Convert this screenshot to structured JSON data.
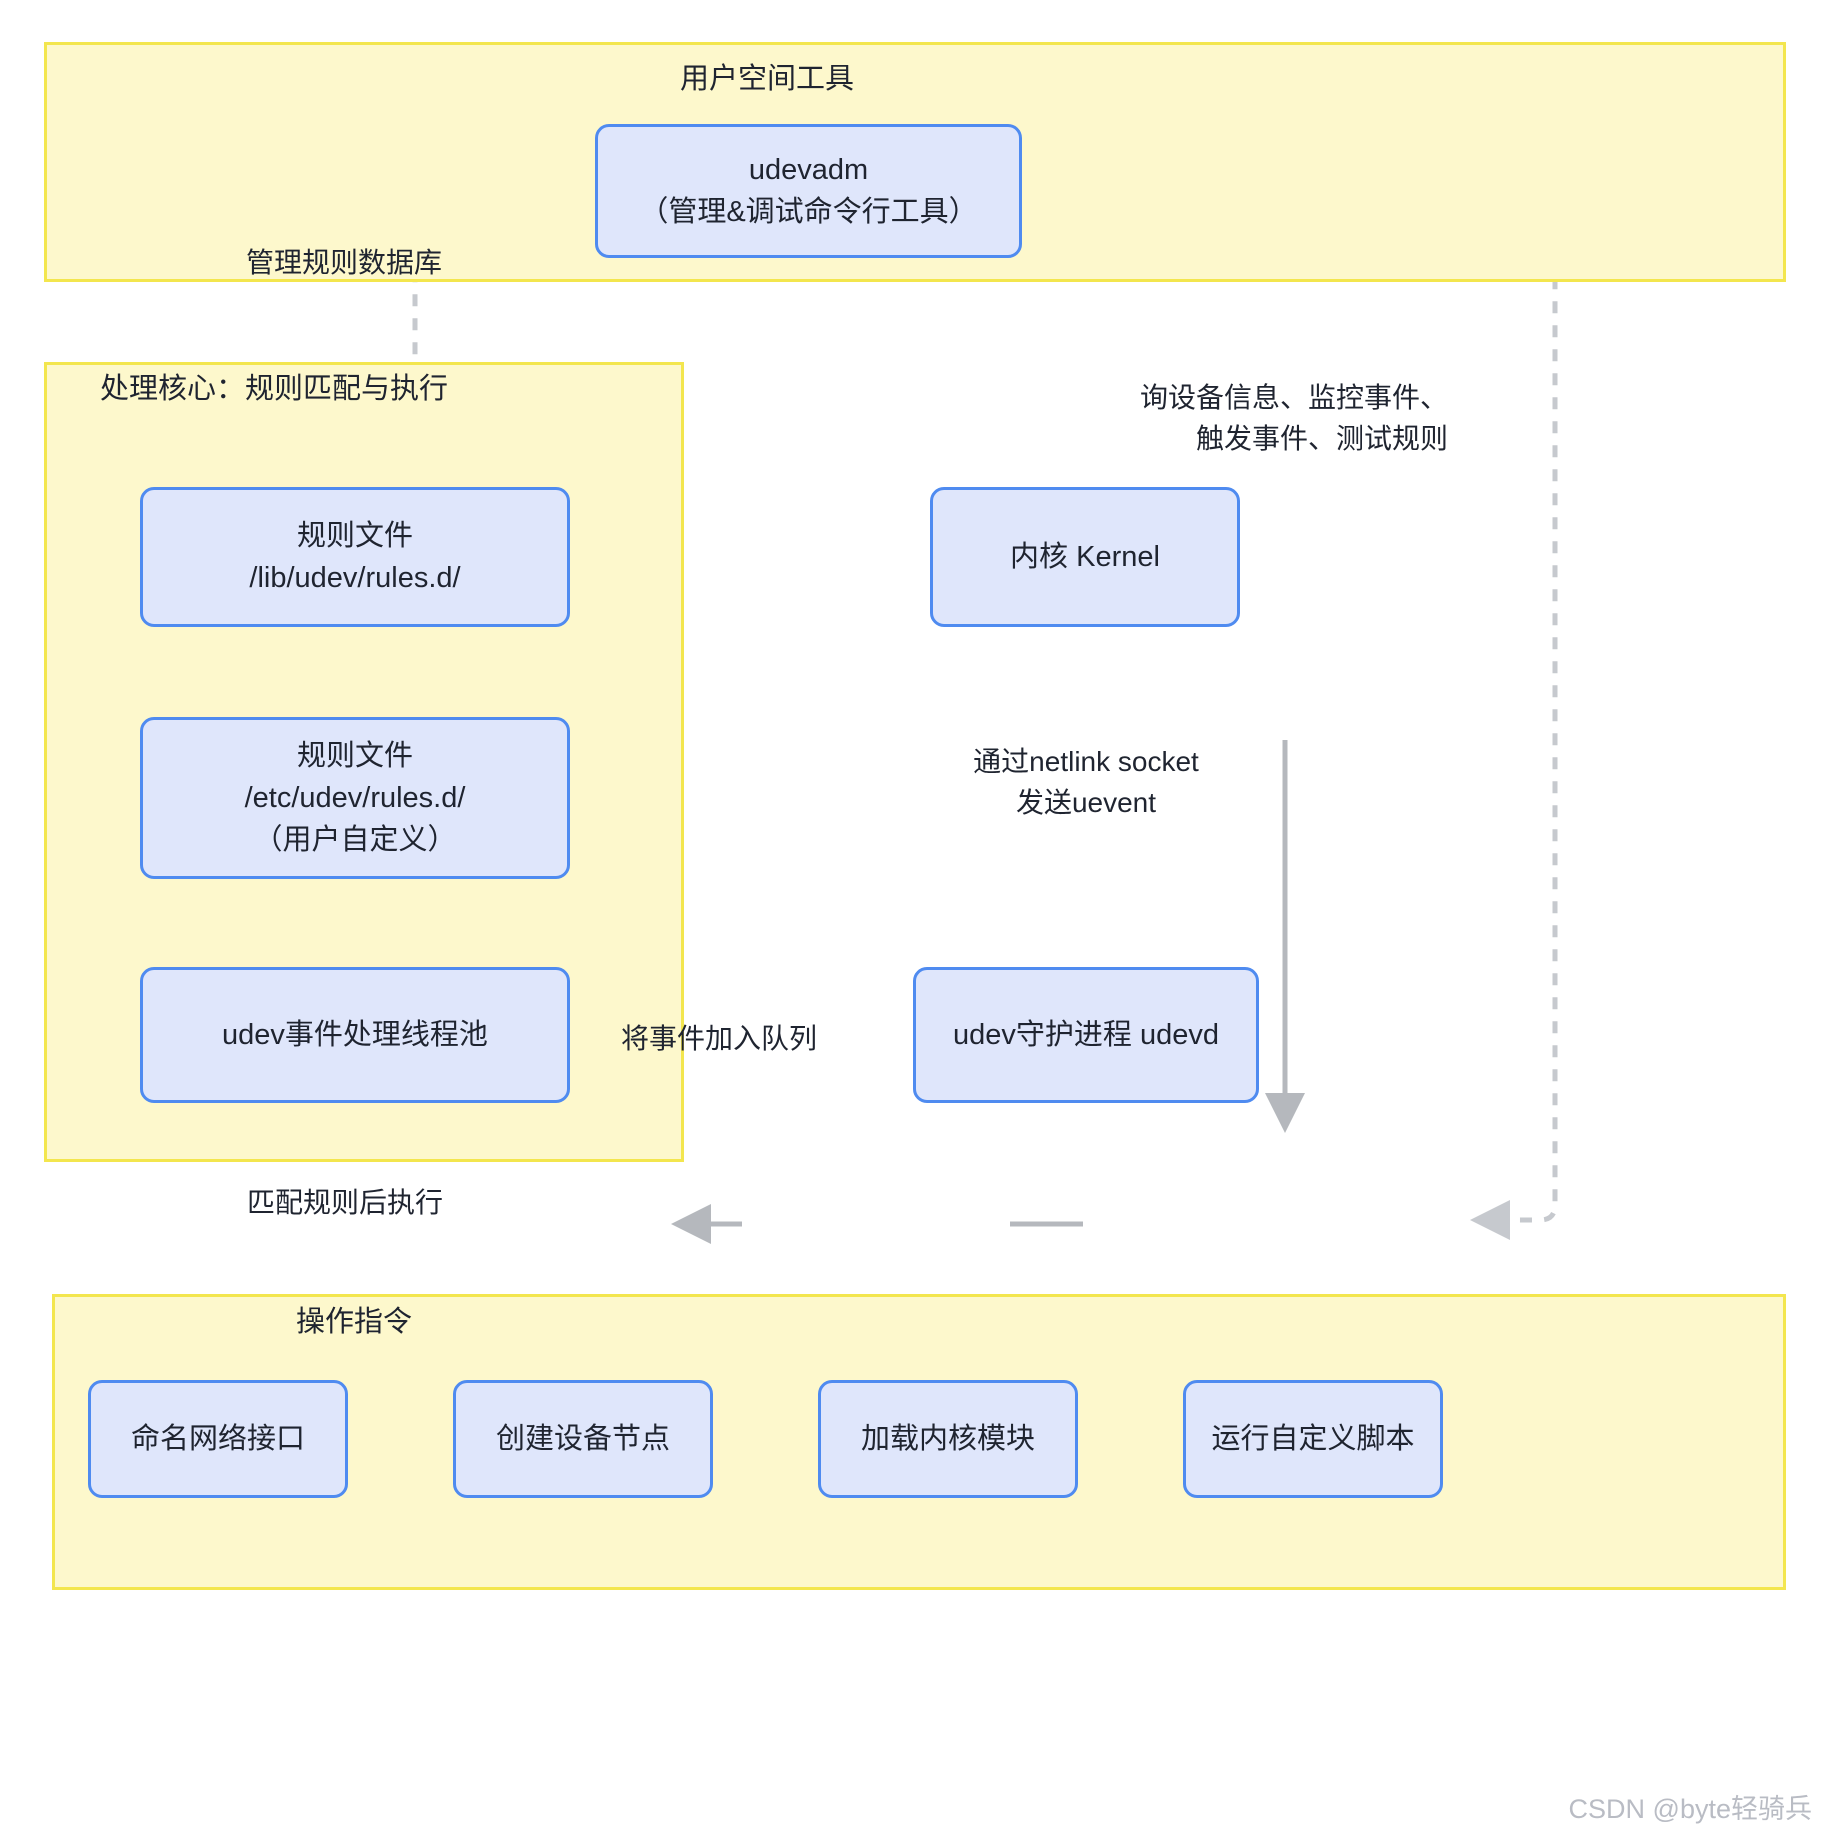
{
  "groups": {
    "userspace": {
      "title": "用户空间工具"
    },
    "core": {
      "title": "处理核心：规则匹配与执行"
    },
    "actions": {
      "title": "操作指令"
    }
  },
  "nodes": {
    "udevadm": {
      "line1": "udevadm",
      "line2": "（管理&调试命令行工具）"
    },
    "rules_lib": {
      "line1": "规则文件",
      "line2": "/lib/udev/rules.d/"
    },
    "rules_etc": {
      "line1": "规则文件",
      "line2": "/etc/udev/rules.d/",
      "line3": "（用户自定义）"
    },
    "threadpool": {
      "line1": "udev事件处理线程池"
    },
    "kernel": {
      "line1": "内核 Kernel"
    },
    "udevd": {
      "line1": "udev守护进程 udevd"
    }
  },
  "actions": [
    {
      "label": "命名网络接口"
    },
    {
      "label": "创建设备节点"
    },
    {
      "label": "加载内核模块"
    },
    {
      "label": "运行自定义脚本"
    }
  ],
  "edges": {
    "manage_rules_db": "管理规则数据库",
    "query_line1": "询设备信息、监控事件、",
    "query_line2": "触发事件、测试规则",
    "netlink_line1": "通过netlink socket",
    "netlink_line2": "发送uevent",
    "enqueue": "将事件加入队列",
    "after_match": "匹配规则后执行"
  },
  "watermark": "CSDN @byte轻骑兵",
  "colors": {
    "group_fill": "#fdf8cc",
    "group_border": "#f3e64e",
    "node_fill": "#dfe6fb",
    "node_border": "#4f8bf0",
    "edge_solid": "#b5b8bd",
    "edge_dashed": "#c6c9ce",
    "text": "#1f2430"
  }
}
